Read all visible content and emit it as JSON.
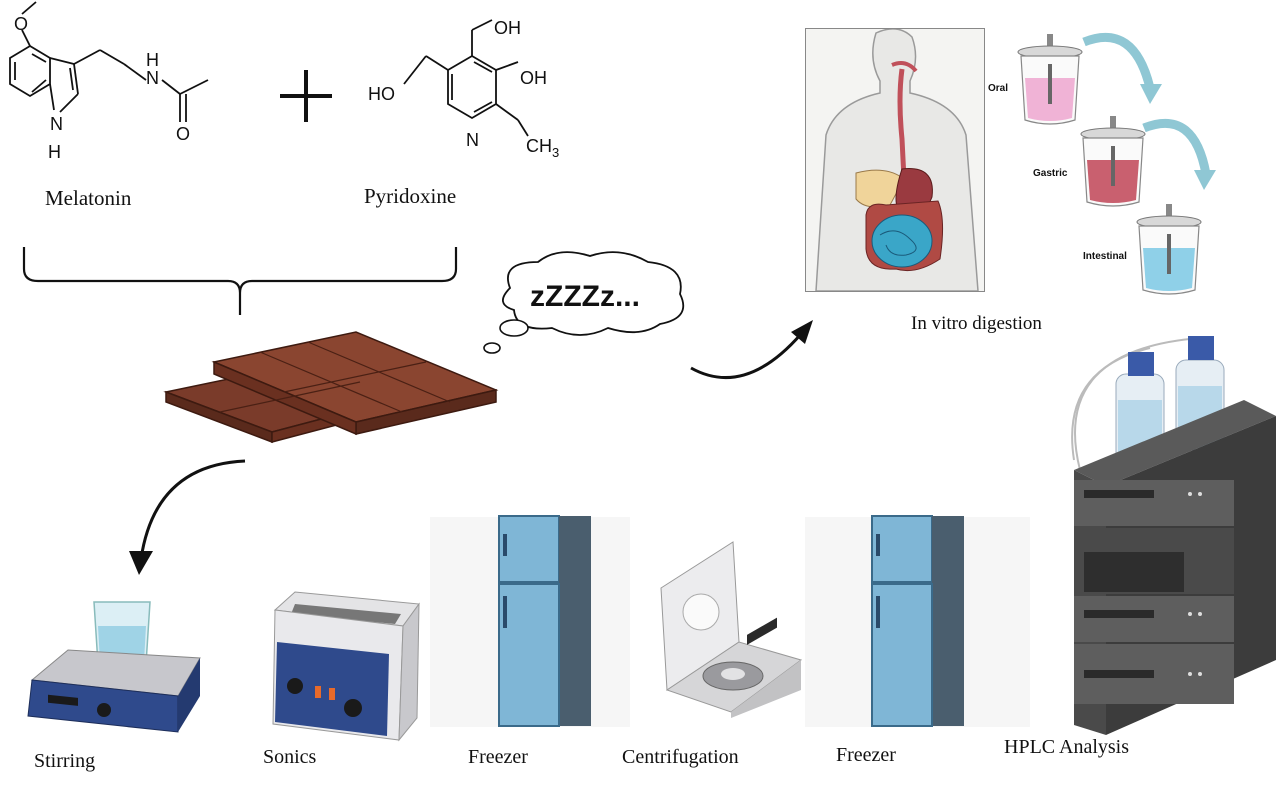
{
  "molecules": {
    "melatonin": {
      "name": "Melatonin",
      "atoms": {
        "methoxy_o": "O",
        "amide_nh": "N",
        "amide_h": "H",
        "carbonyl_o": "O",
        "indole_n": "N",
        "indole_h": "H"
      }
    },
    "plus": "+",
    "pyridoxine": {
      "name": "Pyridoxine",
      "atoms": {
        "oh_top": "OH",
        "oh_right": "OH",
        "ho_left": "HO",
        "ring_n": "N",
        "methyl": "CH",
        "methyl_sub": "3"
      }
    }
  },
  "sleep_bubble": "zZZZz...",
  "digestion": {
    "title": "In vitro digestion",
    "phases": [
      "Oral",
      "Gastric",
      "Intestinal"
    ],
    "phase_colors": [
      "#f0b3d6",
      "#c9606f",
      "#8fd0e8"
    ]
  },
  "steps": [
    {
      "label": "Stirring"
    },
    {
      "label": "Sonics"
    },
    {
      "label": "Freezer"
    },
    {
      "label": "Centrifugation"
    },
    {
      "label": "Freezer"
    },
    {
      "label": "HPLC Analysis"
    }
  ],
  "colors": {
    "chocolate": "#7a3b2a",
    "chocolate_light": "#9c5540",
    "arrow": "#111111",
    "fridge": "#7fb6d6",
    "stirrer_base": "#2f4a8c",
    "hplc_body": "#3c3c3c"
  }
}
